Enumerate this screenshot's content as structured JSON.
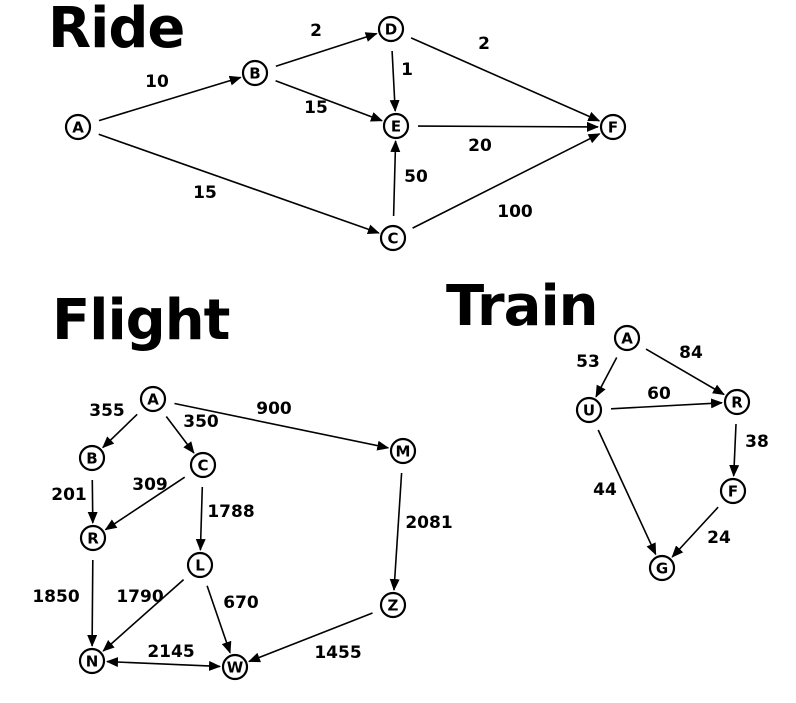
{
  "graphs": [
    {
      "id": "ride",
      "title": "Ride",
      "nodes": [
        "A",
        "B",
        "C",
        "D",
        "E",
        "F"
      ],
      "edges": [
        {
          "from": "A",
          "to": "B",
          "weight": "10"
        },
        {
          "from": "A",
          "to": "C",
          "weight": "15"
        },
        {
          "from": "B",
          "to": "D",
          "weight": "2"
        },
        {
          "from": "B",
          "to": "E",
          "weight": "15"
        },
        {
          "from": "D",
          "to": "E",
          "weight": "1"
        },
        {
          "from": "D",
          "to": "F",
          "weight": "2"
        },
        {
          "from": "E",
          "to": "F",
          "weight": "20"
        },
        {
          "from": "C",
          "to": "E",
          "weight": "50"
        },
        {
          "from": "C",
          "to": "F",
          "weight": "100"
        }
      ]
    },
    {
      "id": "flight",
      "title": "Flight",
      "nodes": [
        "A",
        "B",
        "C",
        "M",
        "R",
        "L",
        "Z",
        "N",
        "W"
      ],
      "edges": [
        {
          "from": "A",
          "to": "B",
          "weight": "355"
        },
        {
          "from": "A",
          "to": "C",
          "weight": "350"
        },
        {
          "from": "A",
          "to": "M",
          "weight": "900"
        },
        {
          "from": "B",
          "to": "R",
          "weight": "201"
        },
        {
          "from": "C",
          "to": "R",
          "weight": "309"
        },
        {
          "from": "C",
          "to": "L",
          "weight": "1788"
        },
        {
          "from": "M",
          "to": "Z",
          "weight": "2081"
        },
        {
          "from": "R",
          "to": "N",
          "weight": "1850"
        },
        {
          "from": "L",
          "to": "N",
          "weight": "1790"
        },
        {
          "from": "L",
          "to": "W",
          "weight": "670"
        },
        {
          "from": "N",
          "to": "W",
          "weight": "2145",
          "bidirectional": true
        },
        {
          "from": "Z",
          "to": "W",
          "weight": "1455"
        }
      ]
    },
    {
      "id": "train",
      "title": "Train",
      "nodes": [
        "A",
        "U",
        "R",
        "F",
        "G"
      ],
      "edges": [
        {
          "from": "A",
          "to": "U",
          "weight": "53"
        },
        {
          "from": "A",
          "to": "R",
          "weight": "84"
        },
        {
          "from": "U",
          "to": "R",
          "weight": "60"
        },
        {
          "from": "R",
          "to": "F",
          "weight": "38"
        },
        {
          "from": "U",
          "to": "G",
          "weight": "44"
        },
        {
          "from": "F",
          "to": "G",
          "weight": "24"
        }
      ]
    }
  ]
}
